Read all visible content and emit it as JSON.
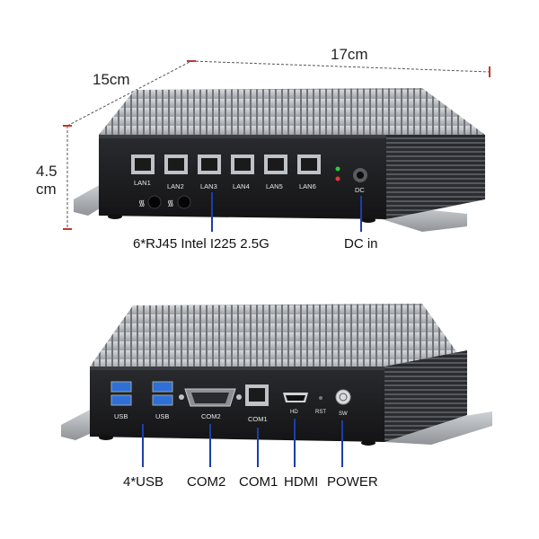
{
  "dimensions": {
    "depth": "15cm",
    "width": "17cm",
    "height_value": "4.5",
    "height_unit": "cm"
  },
  "top_unit": {
    "ports": [
      "LAN1",
      "LAN2",
      "LAN3",
      "LAN4",
      "LAN5",
      "LAN6"
    ],
    "dc_label": "DC",
    "callouts": {
      "rj45": "6*RJ45 Intel I225 2.5G",
      "dc_in": "DC in"
    }
  },
  "bottom_unit": {
    "port_labels": {
      "usb1": "USB",
      "usb2": "USB",
      "com2": "COM2",
      "com1": "COM1",
      "hd": "HD",
      "rst": "RST",
      "sw": "SW"
    },
    "callouts": {
      "usb": "4*USB",
      "com2": "COM2",
      "com1": "COM1",
      "hdmi": "HDMI",
      "power": "POWER"
    }
  },
  "colors": {
    "chassis": "#1f1f22",
    "heatsink": "#b9bcc0",
    "callout_line": "#1b3fa6",
    "dimension_line": "#c0392b",
    "usb_blue": "#2f6fd6"
  }
}
